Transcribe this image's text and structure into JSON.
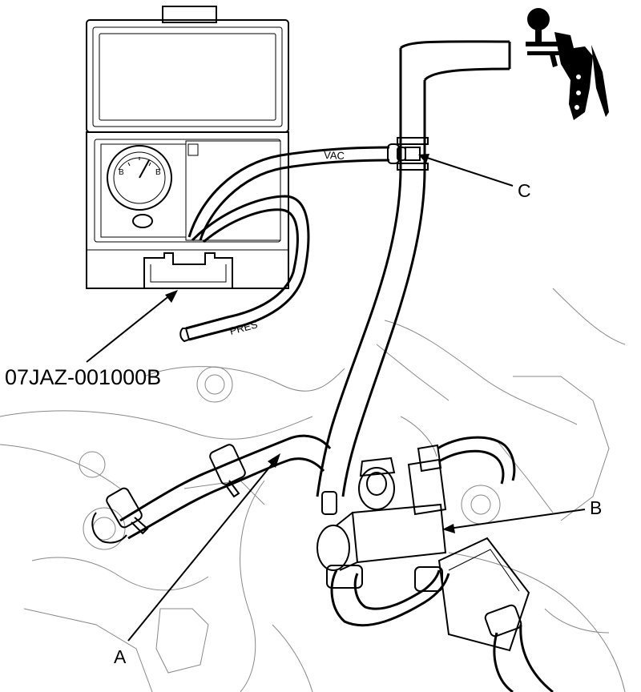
{
  "figure": {
    "labels": {
      "tool": "07JAZ-001000B",
      "a": "A",
      "b": "B",
      "c": "C"
    },
    "hose_markings": {
      "vac": "VAC",
      "pres": "PRES"
    },
    "gauge_letters": {
      "left": "B",
      "right": "B"
    }
  }
}
